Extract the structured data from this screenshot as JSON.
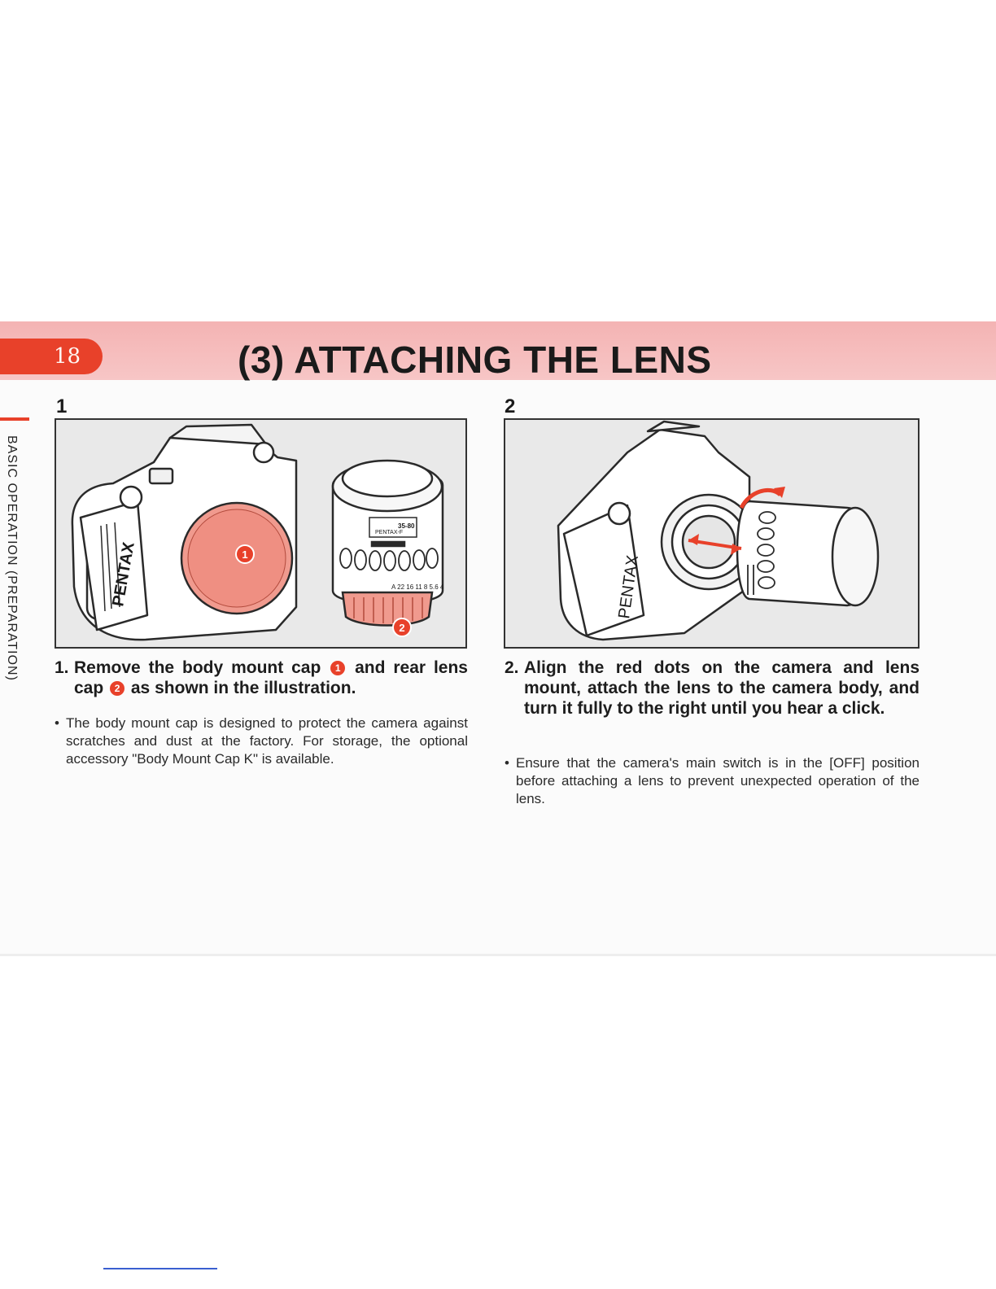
{
  "page": {
    "number": "18",
    "title": "(3) ATTACHING THE LENS",
    "section_label": "BASIC OPERATION (PREPARATION)"
  },
  "figures": [
    {
      "number": "1",
      "camera_brand": "PENTAX",
      "callouts": [
        "1",
        "2"
      ],
      "lens_markings": [
        "35-80",
        "PENTAX-F",
        "A 22 16 11 8 5.6 4"
      ]
    },
    {
      "number": "2",
      "camera_brand": "PENTAX"
    }
  ],
  "steps": [
    {
      "number": "1.",
      "text_before": "Remove the body mount cap",
      "badge_1": "1",
      "text_middle": "and rear lens cap",
      "badge_2": "2",
      "text_after": "as shown in the illustration."
    },
    {
      "number": "2.",
      "text": "Align the red dots on the camera and lens mount, attach the lens to the camera body, and turn it fully to the right until you hear a click."
    }
  ],
  "notes": [
    {
      "bullet": "•",
      "text": "The body mount cap is designed to protect the camera against scratches and dust at the factory. For storage, the optional accessory \"Body Mount Cap K\" is available."
    },
    {
      "bullet": "•",
      "text": "Ensure that the camera's main switch is in the [OFF] position before attaching a lens to prevent unexpected operation of the lens."
    }
  ],
  "colors": {
    "header_band": "#f4b3b3",
    "accent_red": "#e8412a",
    "cap_pink": "#f09a8e",
    "text_dark": "#1e1e1e",
    "figure_bg": "#e9e9e9"
  }
}
